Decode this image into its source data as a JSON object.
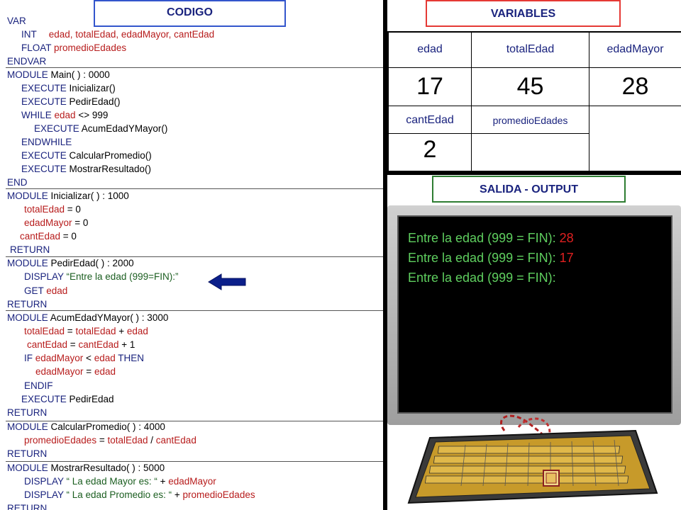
{
  "code": {
    "title": "CODIGO",
    "lines": [
      [
        {
          "t": "VAR",
          "c": "kw"
        }
      ],
      [
        {
          "t": "INT",
          "c": "kw"
        },
        {
          "t": "edad, totalEdad, edadMayor, cantEdad",
          "c": "var"
        }
      ],
      [
        {
          "t": "FLOAT ",
          "c": "kw"
        },
        {
          "t": "promedioEdades",
          "c": "var"
        }
      ],
      [
        {
          "t": "ENDVAR",
          "c": "kw"
        }
      ],
      [
        {
          "t": "MODULE ",
          "c": "kw"
        },
        {
          "t": "Main( ) : 0000",
          "c": ""
        }
      ],
      [
        {
          "t": "EXECUTE ",
          "c": "kw"
        },
        {
          "t": " Inicializar()",
          "c": ""
        }
      ],
      [
        {
          "t": "EXECUTE ",
          "c": "kw"
        },
        {
          "t": " PedirEdad()",
          "c": ""
        }
      ],
      [
        {
          "t": "WHILE ",
          "c": "kw"
        },
        {
          "t": "edad",
          "c": "var"
        },
        {
          "t": " <> 999",
          "c": ""
        }
      ],
      [
        {
          "t": "EXECUTE ",
          "c": "kw"
        },
        {
          "t": "AcumEdadYMayor()",
          "c": ""
        }
      ],
      [
        {
          "t": "ENDWHILE",
          "c": "kw"
        }
      ],
      [
        {
          "t": "EXECUTE ",
          "c": "kw"
        },
        {
          "t": "CalcularPromedio()",
          "c": ""
        }
      ],
      [
        {
          "t": "EXECUTE ",
          "c": "kw"
        },
        {
          "t": "MostrarResultado()",
          "c": ""
        }
      ],
      [
        {
          "t": "END",
          "c": "kw"
        }
      ],
      [
        {
          "t": "MODULE ",
          "c": "kw"
        },
        {
          "t": "Inicializar( ) : 1000",
          "c": ""
        }
      ],
      [
        {
          "t": "totalEdad",
          "c": "var"
        },
        {
          "t": " = 0",
          "c": ""
        }
      ],
      [
        {
          "t": "edadMayor",
          "c": "var"
        },
        {
          "t": " = 0",
          "c": ""
        }
      ],
      [
        {
          "t": "cantEdad",
          "c": "var"
        },
        {
          "t": " = 0",
          "c": ""
        }
      ],
      [
        {
          "t": "RETURN",
          "c": "kw"
        }
      ],
      [
        {
          "t": "MODULE ",
          "c": "kw"
        },
        {
          "t": "PedirEdad( ) : 2000",
          "c": ""
        }
      ],
      [
        {
          "t": "DISPLAY ",
          "c": "kw"
        },
        {
          "t": "“Entre la edad (999=FIN):”",
          "c": "str"
        }
      ],
      [
        {
          "t": "GET ",
          "c": "kw"
        },
        {
          "t": "edad",
          "c": "var"
        }
      ],
      [
        {
          "t": "RETURN",
          "c": "kw"
        }
      ],
      [
        {
          "t": "MODULE ",
          "c": "kw"
        },
        {
          "t": "AcumEdadYMayor( ) : 3000",
          "c": ""
        }
      ],
      [
        {
          "t": "totalEdad",
          "c": "var"
        },
        {
          "t": " = ",
          "c": ""
        },
        {
          "t": "totalEdad",
          "c": "var"
        },
        {
          "t": " + ",
          "c": ""
        },
        {
          "t": "edad",
          "c": "var"
        }
      ],
      [
        {
          "t": "cantEdad",
          "c": "var"
        },
        {
          "t": " = ",
          "c": ""
        },
        {
          "t": "cantEdad",
          "c": "var"
        },
        {
          "t": " + 1",
          "c": ""
        }
      ],
      [
        {
          "t": "IF ",
          "c": "kw"
        },
        {
          "t": "edadMayor",
          "c": "var"
        },
        {
          "t": " < ",
          "c": ""
        },
        {
          "t": "edad",
          "c": "var"
        },
        {
          "t": " THEN",
          "c": "kw"
        }
      ],
      [
        {
          "t": "edadMayor",
          "c": "var"
        },
        {
          "t": " = ",
          "c": ""
        },
        {
          "t": "edad",
          "c": "var"
        }
      ],
      [
        {
          "t": "ENDIF",
          "c": "kw"
        }
      ],
      [
        {
          "t": "EXECUTE ",
          "c": "kw"
        },
        {
          "t": "PedirEdad",
          "c": ""
        }
      ],
      [
        {
          "t": "RETURN",
          "c": "kw"
        }
      ],
      [
        {
          "t": "MODULE ",
          "c": "kw"
        },
        {
          "t": "CalcularPromedio( ) : 4000",
          "c": ""
        }
      ],
      [
        {
          "t": "promedioEdades",
          "c": "var"
        },
        {
          "t": " = ",
          "c": ""
        },
        {
          "t": "totalEdad",
          "c": "var"
        },
        {
          "t": " / ",
          "c": ""
        },
        {
          "t": "cantEdad",
          "c": "var"
        }
      ],
      [
        {
          "t": "RETURN",
          "c": "kw"
        }
      ],
      [
        {
          "t": "MODULE ",
          "c": "kw"
        },
        {
          "t": "MostrarResultado( ) : 5000",
          "c": ""
        }
      ],
      [
        {
          "t": "DISPLAY ",
          "c": "kw"
        },
        {
          "t": "“ La edad Mayor es: “",
          "c": "str"
        },
        {
          "t": " + ",
          "c": ""
        },
        {
          "t": "edadMayor",
          "c": "var"
        }
      ],
      [
        {
          "t": "DISPLAY ",
          "c": "kw"
        },
        {
          "t": "“ La edad Promedio es: “",
          "c": "str"
        },
        {
          "t": " + ",
          "c": ""
        },
        {
          "t": "promedioEdades",
          "c": "var"
        }
      ],
      [
        {
          "t": "RETURN",
          "c": "kw"
        }
      ]
    ]
  },
  "variables": {
    "title": "VARIABLES",
    "edad": {
      "label": "edad",
      "value": "17"
    },
    "totalEdad": {
      "label": "totalEdad",
      "value": "45"
    },
    "edadMayor": {
      "label": "edadMayor",
      "value": "28"
    },
    "cantEdad": {
      "label": "cantEdad",
      "value": "2"
    },
    "promedioEdades": {
      "label": "promedioEdades",
      "value": ""
    }
  },
  "output": {
    "title": "SALIDA - OUTPUT",
    "lines": [
      {
        "prompt": "Entre la edad (999 = FIN): ",
        "answer": "28"
      },
      {
        "prompt": "Entre la edad (999 = FIN): ",
        "answer": "17"
      },
      {
        "prompt": "Entre la edad (999 = FIN):",
        "answer": ""
      }
    ]
  }
}
